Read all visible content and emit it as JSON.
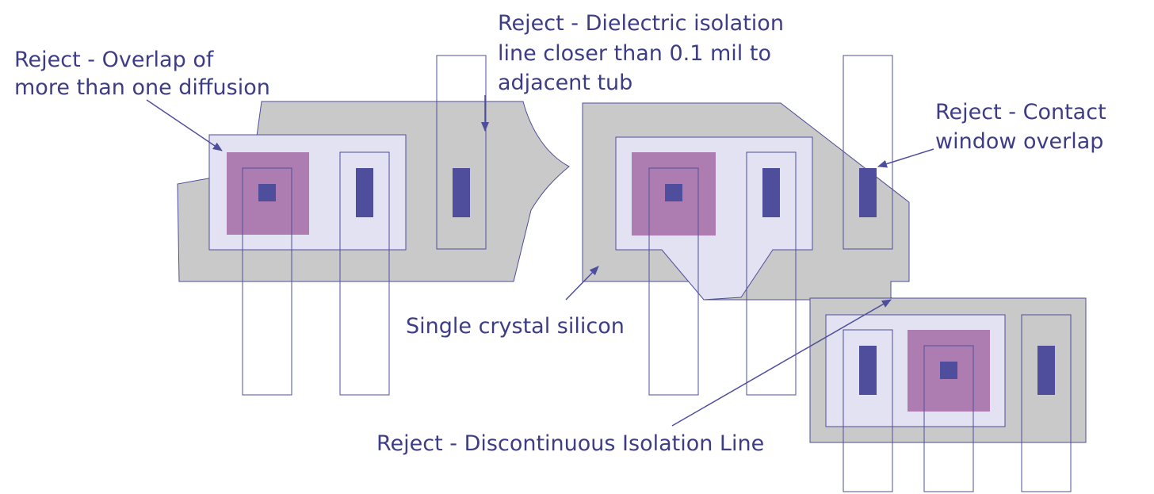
{
  "colors": {
    "silicon": "#c9c9c9",
    "tub": "#e2e2f2",
    "diffusion": "#ad7db2",
    "contact": "#4e4e9c",
    "line": "#4e4e9c",
    "text": "#3d3d86"
  },
  "labels": {
    "overlap": [
      "Reject - Overlap of",
      "more than one diffusion"
    ],
    "dielectric": [
      "Reject - Dielectric isolation",
      "line closer than 0.1 mil to",
      "adjacent tub"
    ],
    "contact_window": [
      "Reject - Contact",
      "window overlap"
    ],
    "single_crystal": "Single crystal silicon",
    "discontinuous": "Reject - Discontinuous Isolation Line"
  }
}
